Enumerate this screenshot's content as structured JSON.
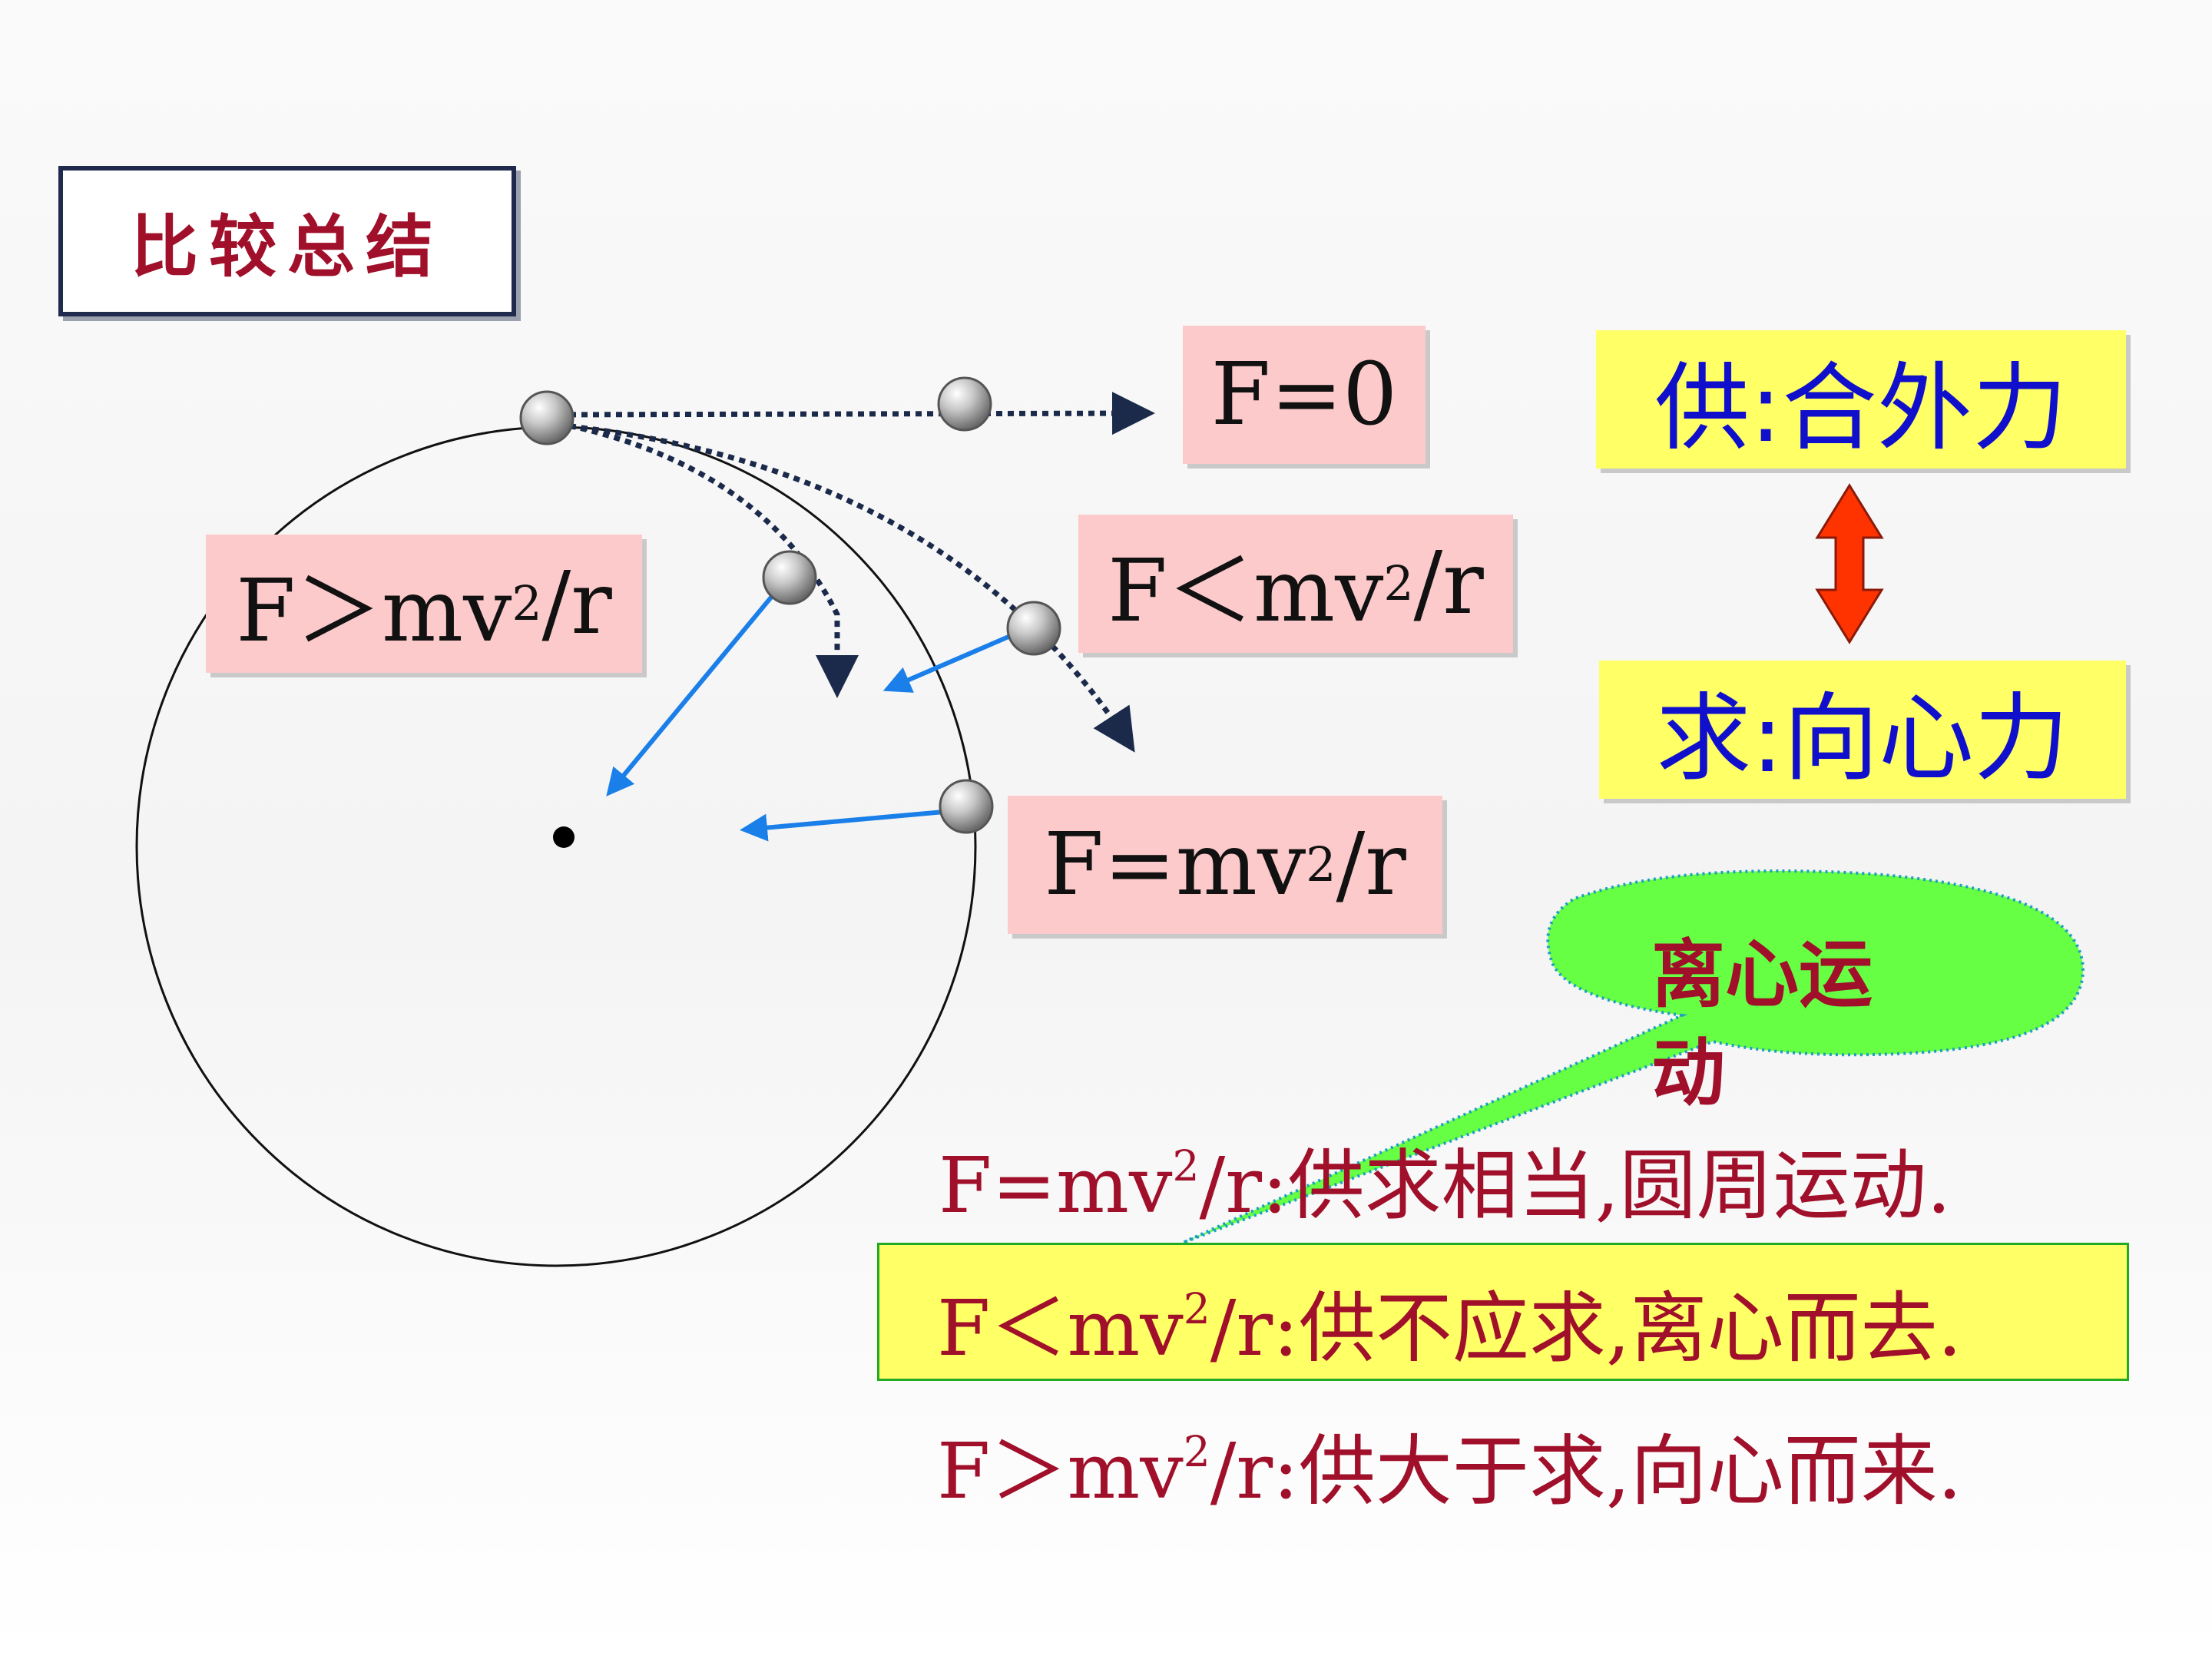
{
  "title": "比较总结",
  "labels": {
    "f_zero": "F=0",
    "f_greater": {
      "pre": "F＞mv",
      "sup": "2",
      "post": "/r"
    },
    "f_less": {
      "pre": "F＜mv",
      "sup": "2",
      "post": "/r"
    },
    "f_equal": {
      "pre": "F=mv",
      "sup": "2",
      "post": "/r"
    }
  },
  "supply_box": "供:合外力",
  "demand_box": "求:向心力",
  "callout": "离心运动",
  "summary": [
    {
      "pre": "F=mv",
      "sup": "2",
      "post": "/r:供求相当,圆周运动."
    },
    {
      "pre": "F＜mv",
      "sup": "2",
      "post": "/r:供不应求,离心而去."
    },
    {
      "pre": "F＞mv",
      "sup": "2",
      "post": "/r:供大于求,向心而来."
    }
  ],
  "colors": {
    "title_text": "#a0102a",
    "label_bg": "#fccaca",
    "supply_demand_bg": "#ffff66",
    "supply_demand_text": "#1010cc",
    "double_arrow": "#ff3300",
    "callout_fill": "#66ff44",
    "summary_text": "#a0102a",
    "force_arrow": "#1a7fe8",
    "trajectory": "#1b2a4a"
  }
}
